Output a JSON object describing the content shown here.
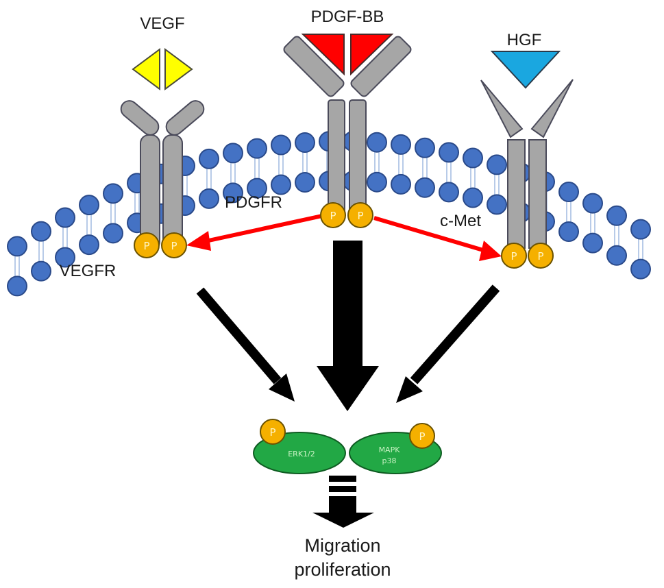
{
  "title": "Growth factor receptor signaling to ERK1/2 and p38 MAPK",
  "colors": {
    "membrane_head": "#4472c4",
    "membrane_head_stroke": "#2a4a8a",
    "membrane_tail": "#b8cbe8",
    "receptor": "#a6a6a6",
    "receptor_stroke": "#4a4a5a",
    "phospho": "#f5b000",
    "phospho_stroke": "#6b5200",
    "vegf": "#ffff00",
    "pdgf": "#ff0000",
    "hgf": "#1aa7e0",
    "transactivation_arrow": "#ff0000",
    "signal_arrow": "#000000",
    "kinase": "#22a845",
    "kinase_stroke": "#0f5c22"
  },
  "ligands": {
    "vegf": "VEGF",
    "pdgf": "PDGF-BB",
    "hgf": "HGF"
  },
  "receptors": {
    "vegfr": "VEGFR",
    "pdgfr": "PDGFR",
    "cmet": "c-Met"
  },
  "phospho_label": "P",
  "kinases": {
    "erk": "ERK1/2",
    "mapk_line1": "MAPK",
    "mapk_line2": "p38"
  },
  "outcome": {
    "line1": "Migration",
    "line2": "proliferation"
  },
  "arrows": [
    {
      "from": "PDGFR",
      "to": "VEGFR",
      "type": "transactivation"
    },
    {
      "from": "PDGFR",
      "to": "c-Met",
      "type": "transactivation"
    },
    {
      "from": "VEGFR",
      "to": "ERK1/2",
      "type": "signal"
    },
    {
      "from": "PDGFR",
      "to": "ERK1/2 / MAPK p38",
      "type": "signal-major"
    },
    {
      "from": "c-Met",
      "to": "MAPK p38",
      "type": "signal"
    },
    {
      "from": "ERK1/2 / MAPK p38",
      "to": "Migration proliferation",
      "type": "outcome"
    }
  ]
}
